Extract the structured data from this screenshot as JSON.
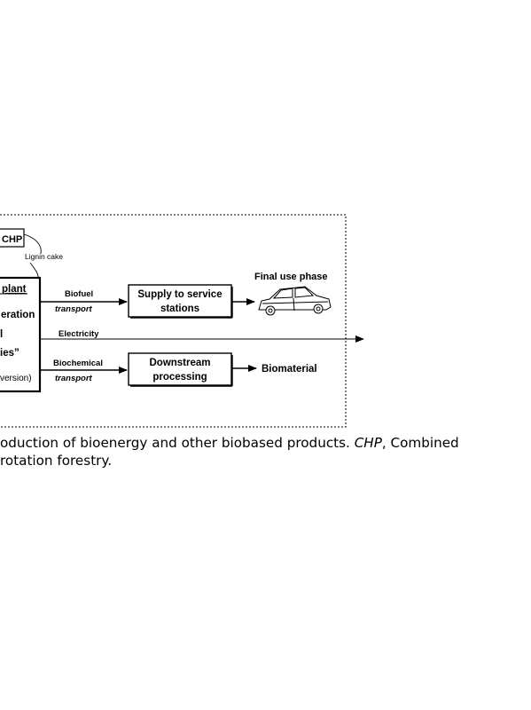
{
  "diagram": {
    "chp_label": "CHP",
    "lignin_cake_label": "Lignin cake",
    "plant_title": "plant",
    "plant_line1": "eration",
    "plant_line2": "l",
    "plant_line3": "ies”",
    "plant_line4": "version)",
    "biofuel_label": "Biofuel",
    "transport_label_1": "transport",
    "supply_line1": "Supply to service",
    "supply_line2": "stations",
    "final_use_label": "Final use phase",
    "electricity_label": "Electricity",
    "biochemical_label": "Biochemical",
    "transport_label_2": "transport",
    "downstream_line1": "Downstream",
    "downstream_line2": "processing",
    "biomaterial_label": "Biomaterial"
  },
  "caption": {
    "line1_before": "oduction of bioenergy and other biobased products. ",
    "line1_abbr": "CHP",
    "line1_after": ", Combined",
    "line2": "rotation forestry."
  }
}
